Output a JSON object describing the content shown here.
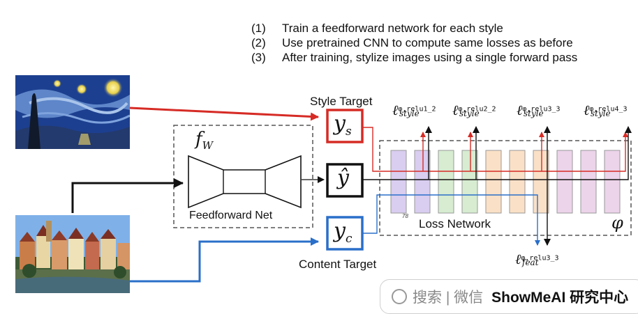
{
  "steps": [
    {
      "num": "(1)",
      "text": "Train a feedforward network for each style"
    },
    {
      "num": "(2)",
      "text": "Use pretrained CNN to compute same losses as before"
    },
    {
      "num": "(3)",
      "text": "After training, stylize images using a single forward pass"
    }
  ],
  "labels": {
    "style_target": "Style Target",
    "content_target": "Content Target",
    "feedforward_net": "Feedforward Net",
    "loss_network": "Loss Network",
    "f_w": "f",
    "f_w_sub": "W",
    "y_s": "y",
    "y_s_sub": "s",
    "y_hat": "ŷ",
    "y_c": "y",
    "y_c_sub": "c",
    "phi": "φ",
    "layer_num": "78"
  },
  "losses": {
    "l": "ℓ",
    "style_sub": "style",
    "feat_sub": "feat",
    "sup_relu1_2": "φ,relu1_2",
    "sup_relu2_2": "φ,relu2_2",
    "sup_relu3_3": "φ,relu3_3",
    "sup_relu4_3": "φ,relu4_3"
  },
  "watermark": {
    "text": "搜索 | 微信",
    "brand": "ShowMeAI 研究中心"
  },
  "colors": {
    "style": "#d62b25",
    "content": "#2a6fc9",
    "main": "#111111",
    "blocks": [
      "#d9cdf0",
      "#d9cdf0",
      "#d7ecd1",
      "#d7ecd1",
      "#fae0c6",
      "#fae0c6",
      "#fae0c6",
      "#ecd4ea",
      "#ecd4ea",
      "#ecd4ea"
    ]
  }
}
